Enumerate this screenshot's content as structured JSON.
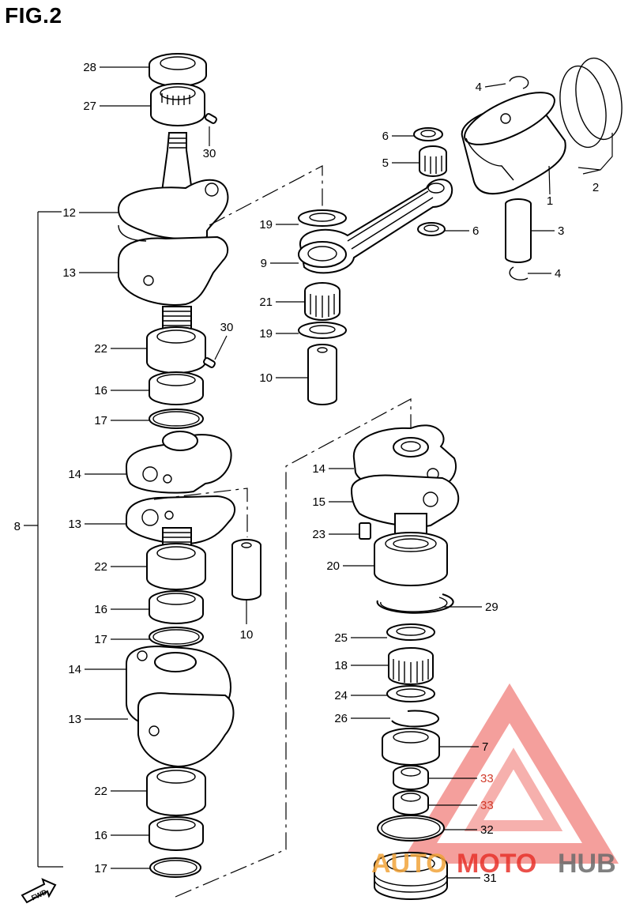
{
  "figure": {
    "title": "FIG.2"
  },
  "fwd_label": "FWD",
  "watermark": {
    "part1": "AUTO",
    "part2": "MOTO",
    "part3": "HUB",
    "accent": "#e8322b",
    "orange": "#f2a43a",
    "gray": "#6b6b6b"
  },
  "callouts": [
    "28",
    "27",
    "30",
    "12",
    "13",
    "22",
    "30",
    "16",
    "17",
    "14",
    "13",
    "22",
    "16",
    "17",
    "14",
    "13",
    "22",
    "16",
    "17",
    "8",
    "10",
    "4",
    "6",
    "5",
    "1",
    "2",
    "19",
    "6",
    "9",
    "3",
    "4",
    "21",
    "19",
    "10",
    "14",
    "15",
    "23",
    "20",
    "29",
    "25",
    "18",
    "24",
    "26",
    "7",
    "33",
    "33",
    "32",
    "31"
  ]
}
